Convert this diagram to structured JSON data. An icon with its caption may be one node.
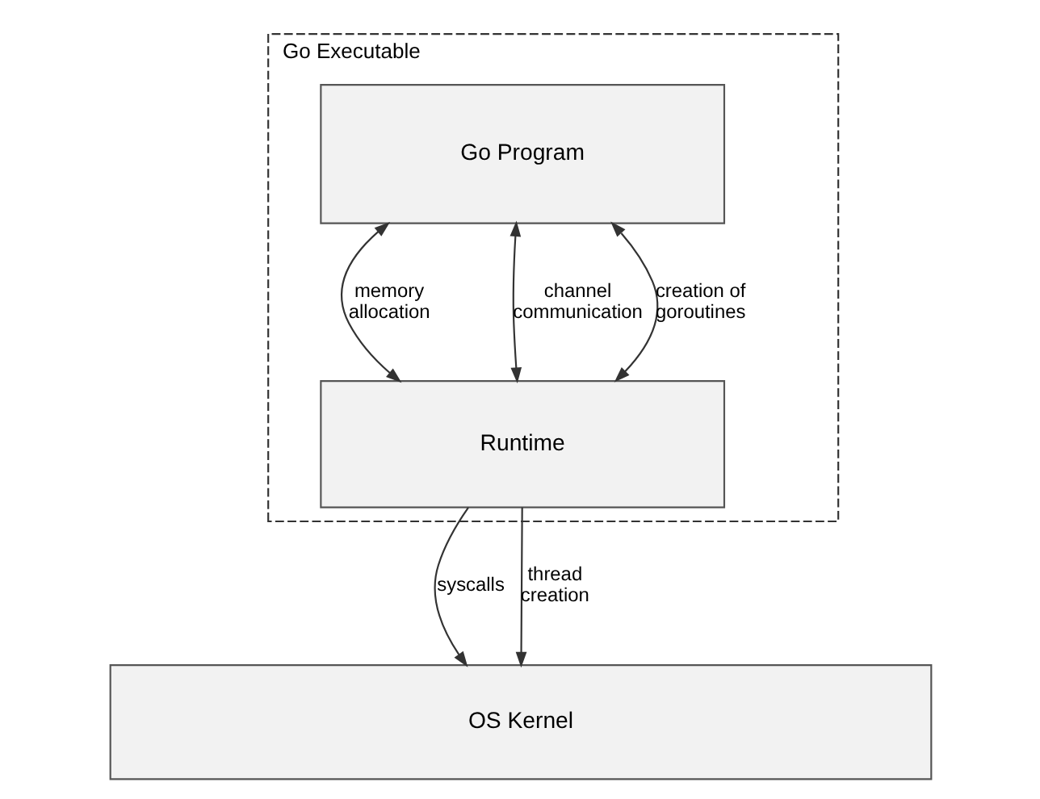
{
  "diagram": {
    "nodes": [
      {
        "text": [
          "Go Executable"
        ]
      },
      {
        "text": [
          "Go Program"
        ],
        "in": 0
      },
      {
        "text": [
          "Runtime"
        ],
        "in": 0
      },
      {
        "text": [
          "OS Kernel"
        ]
      }
    ],
    "edges": [
      {
        "from": 1,
        "to": 2,
        "arrow": "both",
        "label": "memory allocation"
      },
      {
        "from": 1,
        "to": 2,
        "arrow": "both",
        "label": "channel communication"
      },
      {
        "from": 1,
        "to": 2,
        "arrow": "both",
        "label": "creation of goroutines"
      },
      {
        "from": 2,
        "to": 3,
        "arrow": "to",
        "label": "syscalls"
      },
      {
        "from": 2,
        "to": 3,
        "arrow": "to",
        "label": "thread creation"
      }
    ]
  }
}
